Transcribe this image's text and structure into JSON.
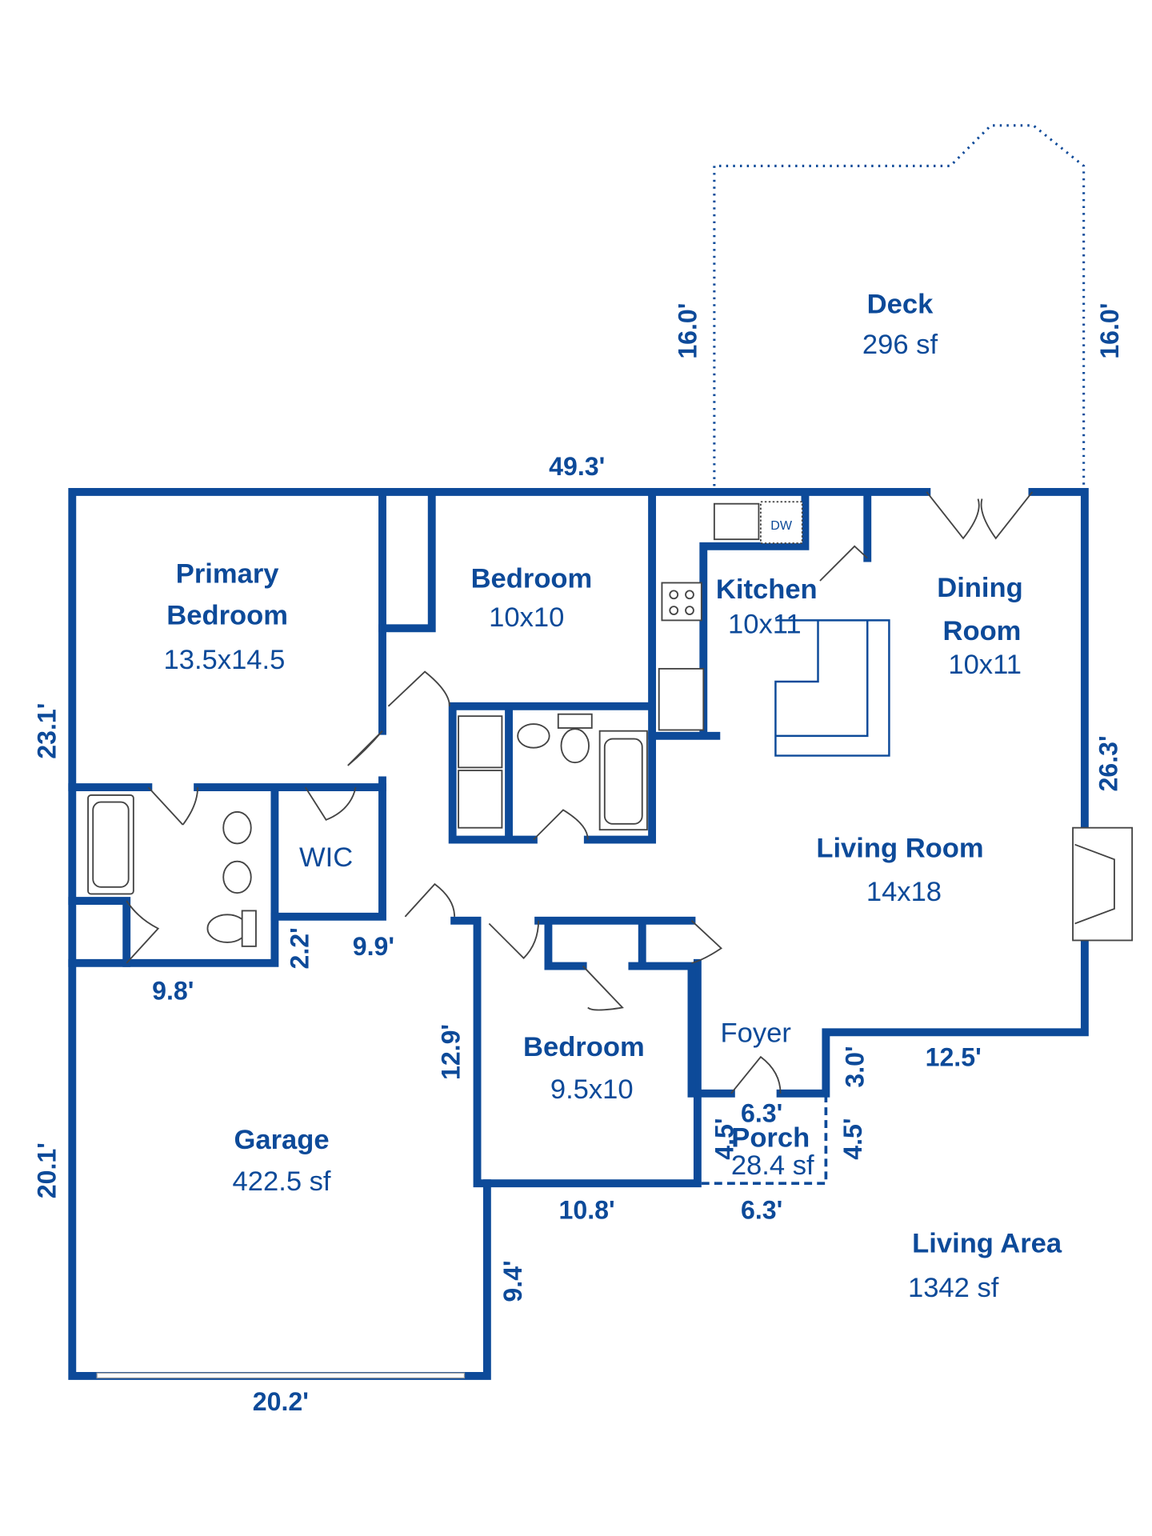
{
  "colors": {
    "wall": "#0d4a99",
    "background": "#ffffff"
  },
  "rooms": {
    "deck": {
      "name": "Deck",
      "size": "296 sf"
    },
    "primary_bedroom": {
      "name_line1": "Primary",
      "name_line2": "Bedroom",
      "size": "13.5x14.5"
    },
    "bedroom1": {
      "name": "Bedroom",
      "size": "10x10"
    },
    "kitchen": {
      "name": "Kitchen",
      "size": "10x11"
    },
    "dining": {
      "name_line1": "Dining",
      "name_line2": "Room",
      "size": "10x11"
    },
    "wic": {
      "name": "WIC"
    },
    "living": {
      "name": "Living Room",
      "size": "14x18"
    },
    "foyer": {
      "name": "Foyer"
    },
    "bedroom2": {
      "name": "Bedroom",
      "size": "9.5x10"
    },
    "porch": {
      "name": "Porch",
      "size": "28.4 sf"
    },
    "garage": {
      "name": "Garage",
      "size": "422.5 sf"
    },
    "dishwasher": "DW"
  },
  "living_area": {
    "label": "Living Area",
    "value": "1342 sf"
  },
  "dimensions": {
    "deck_left": "16.0'",
    "deck_right": "16.0'",
    "top": "49.3'",
    "left_upper": "23.1'",
    "right": "26.3'",
    "bath_bottom": "9.8'",
    "wic_side": "2.2'",
    "wic_bottom": "9.9'",
    "bed2_left": "12.9'",
    "right_bottom": "12.5'",
    "foyer_step": "3.0'",
    "porch_top": "6.3'",
    "porch_left": "4.5'",
    "porch_right": "4.5'",
    "porch_bottom": "6.3'",
    "bed2_bottom": "10.8'",
    "garage_left": "20.1'",
    "garage_right": "9.4'",
    "garage_bottom": "20.2'"
  }
}
